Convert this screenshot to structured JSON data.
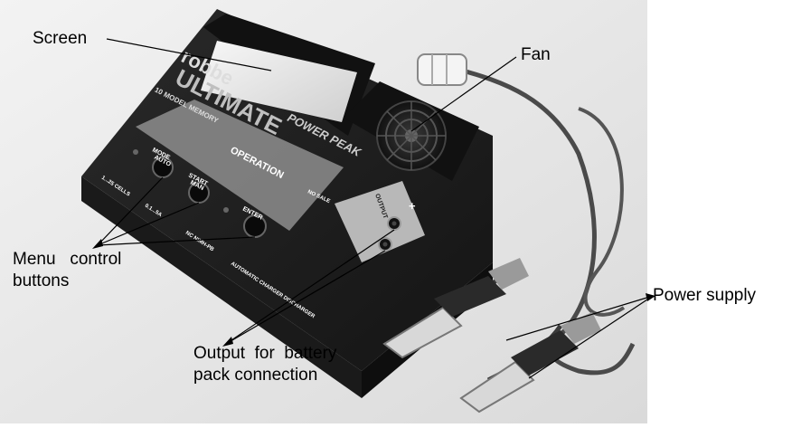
{
  "callouts": {
    "screen": "Screen",
    "fan": "Fan",
    "menu_line1": "Menu   control",
    "menu_line2": "buttons",
    "output_line1": "Output  for  battery",
    "output_line2": "pack connection",
    "power": "Power supply"
  },
  "device": {
    "brand": "robbe",
    "model": "ULTIMATE",
    "subtitle": "POWER PEAK",
    "memory": "10 MODEL MEMORY",
    "operation": "OPERATION",
    "btn_mode_1": "MODE",
    "btn_mode_2": "AUTO",
    "btn_start_1": "START",
    "btn_start_2": "MAN",
    "btn_enter": "ENTER",
    "cells": "1...25 CELLS",
    "current": "0.1...5A",
    "chem": "NC NIMH-PB",
    "footer": "AUTOMATIC CHARGER DISCHARGER",
    "output": "OUTPUT",
    "nosale": "NO SALE",
    "plus": "+"
  },
  "colors": {
    "background": "#e9e9e9",
    "device_body": "#1c1c1c",
    "panel_grey": "#8e8e8e",
    "label_text": "#000000"
  }
}
